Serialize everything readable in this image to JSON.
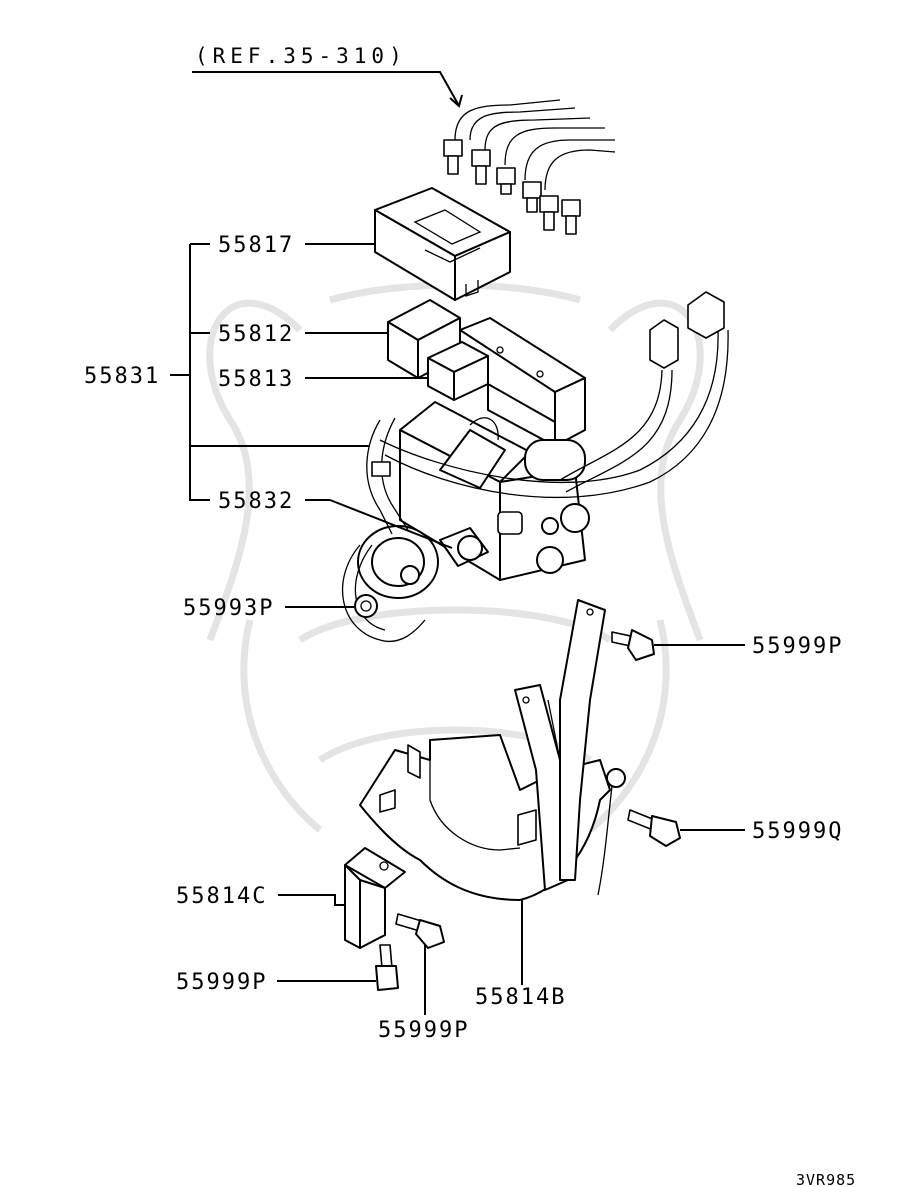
{
  "diagram": {
    "reference": "(REF.35-310)",
    "drawing_code": "3VR985",
    "parts": {
      "p55817": "55817",
      "p55812": "55812",
      "p55813": "55813",
      "p55831": "55831",
      "p55832": "55832",
      "p55993P": "55993P",
      "p55999P_right": "55999P",
      "p55999Q": "55999Q",
      "p55814C": "55814C",
      "p55999P_left": "55999P",
      "p55814B": "55814B",
      "p55999P_bottom": "55999P"
    }
  }
}
